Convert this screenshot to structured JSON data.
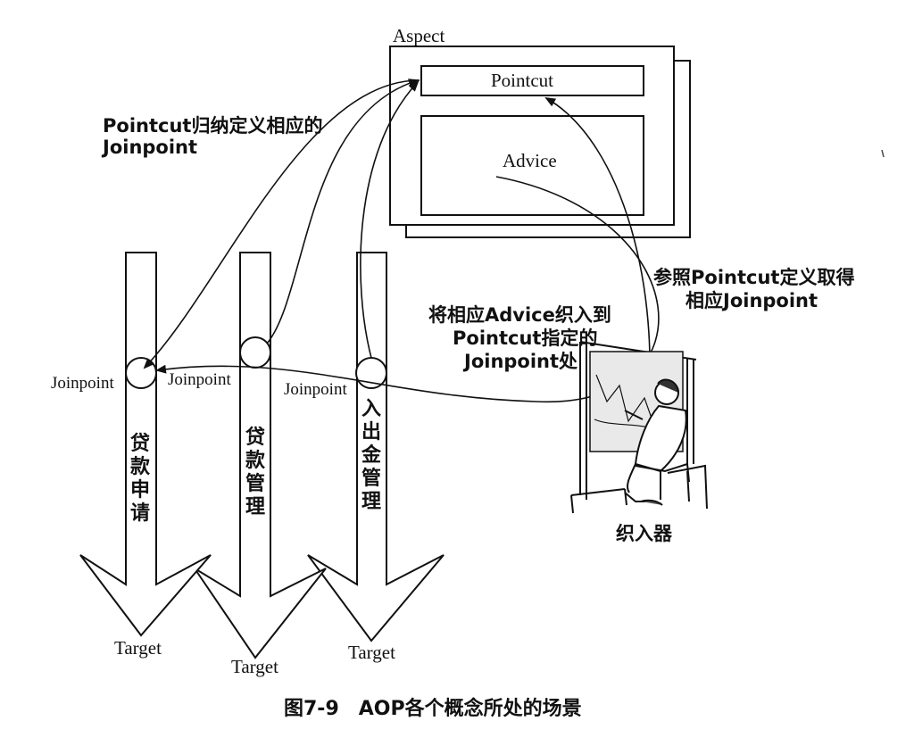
{
  "aspect": {
    "title": "Aspect",
    "pointcut_label": "Pointcut",
    "advice_label": "Advice"
  },
  "annotations": {
    "pointcut_defines": [
      "Pointcut归纳定义相应的",
      "Joinpoint"
    ],
    "refer_pointcut": [
      "参照Pointcut定义取得",
      "相应Joinpoint"
    ],
    "weave_advice": [
      "将相应Advice织入到",
      "Pointcut指定的",
      "Joinpoint处"
    ]
  },
  "targets": [
    {
      "name": "贷款申请",
      "joinpoint_label": "Joinpoint",
      "target_label": "Target"
    },
    {
      "name": "贷款管理",
      "joinpoint_label": "Joinpoint",
      "target_label": "Target"
    },
    {
      "name": "入出金管理",
      "joinpoint_label": "Joinpoint",
      "target_label": "Target"
    }
  ],
  "weaver_label": "织入器",
  "caption": "图7-9　AOP各个概念所处的场景"
}
